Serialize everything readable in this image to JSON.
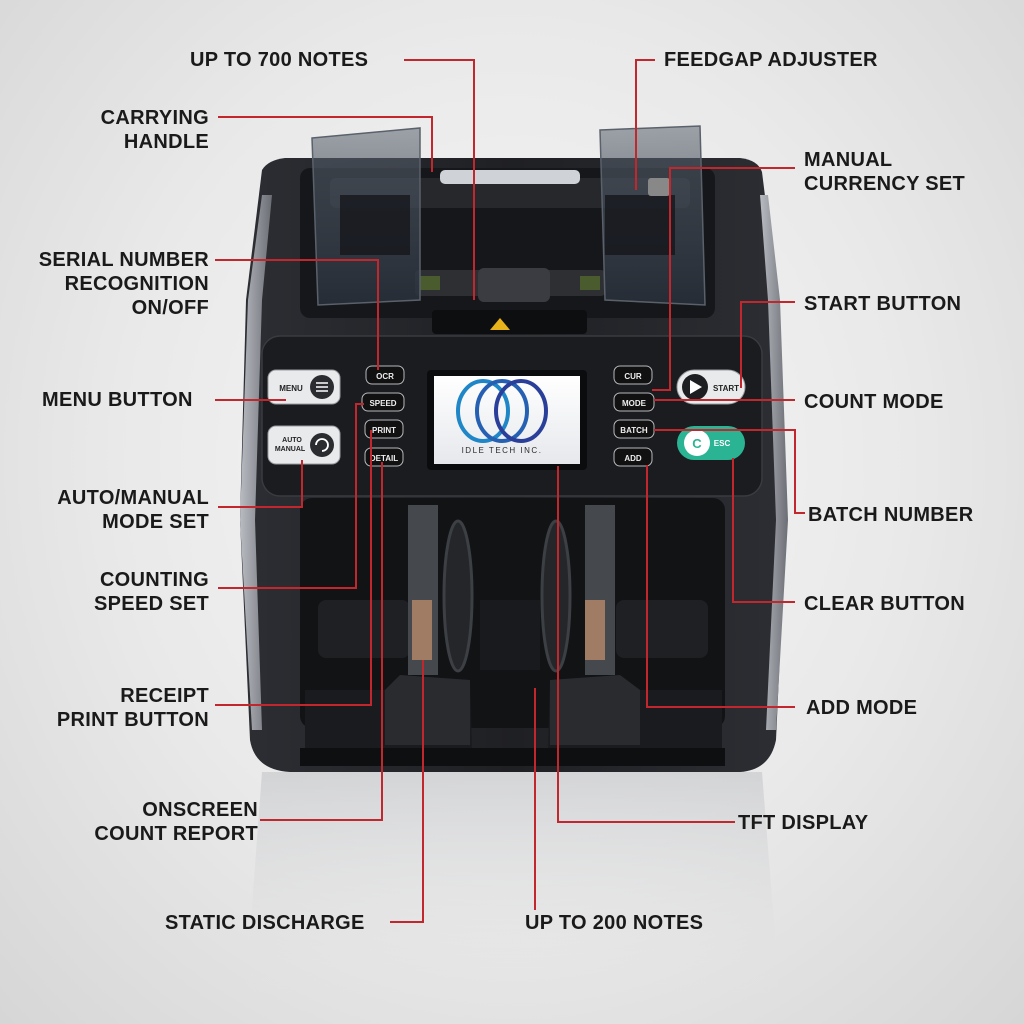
{
  "device": {
    "brand_label": "IDLE TECH INC.",
    "panel_buttons": {
      "menu": "MENU",
      "auto_manual_line1": "AUTO",
      "auto_manual_line2": "MANUAL",
      "ocr": "OCR",
      "speed": "SPEED",
      "print": "PRINT",
      "detail": "DETAIL",
      "cur": "CUR",
      "mode": "MODE",
      "batch": "BATCH",
      "add": "ADD",
      "start": "START",
      "clear_symbol": "C",
      "esc": "ESC"
    }
  },
  "callouts": {
    "up_to_700": "UP TO 700 NOTES",
    "feedgap": "FEEDGAP ADJUSTER",
    "carrying_1": "CARRYING",
    "carrying_2": "HANDLE",
    "manual_currency_1": "MANUAL",
    "manual_currency_2": "CURRENCY SET",
    "serial_1": "SERIAL NUMBER",
    "serial_2": "RECOGNITION",
    "serial_3": "ON/OFF",
    "start_button": "START BUTTON",
    "menu_button": "MENU BUTTON",
    "count_mode": "COUNT MODE",
    "auto_manual_1": "AUTO/MANUAL",
    "auto_manual_2": "MODE SET",
    "batch_number": "BATCH NUMBER",
    "speed_1": "COUNTING",
    "speed_2": "SPEED SET",
    "clear_button": "CLEAR BUTTON",
    "receipt_1": "RECEIPT",
    "receipt_2": "PRINT BUTTON",
    "add_mode": "ADD MODE",
    "onscreen_1": "ONSCREEN",
    "onscreen_2": "COUNT REPORT",
    "tft_display": "TFT DISPLAY",
    "static_discharge": "STATIC DISCHARGE",
    "up_to_200": "UP TO 200 NOTES"
  },
  "colors": {
    "leader_line": "#c1272d",
    "device_body": "#2a2c30",
    "panel": "#1c1d20",
    "clear_button": "#27b391",
    "text": "#1a1a1a"
  }
}
